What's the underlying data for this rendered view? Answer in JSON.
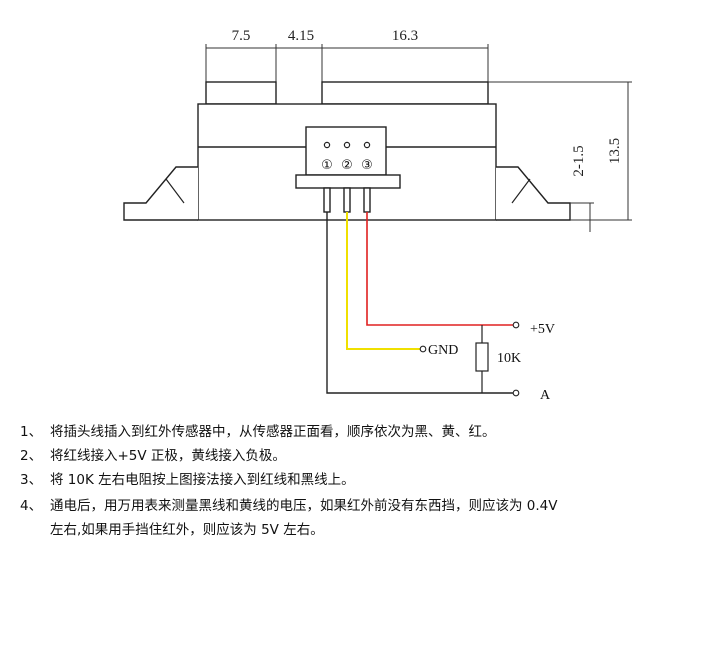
{
  "diagram": {
    "dimensions": {
      "width_a": "7.5",
      "width_b": "4.15",
      "width_c": "16.3",
      "height_total": "13.5",
      "height_lens": "2-1.5"
    },
    "pins": [
      "①",
      "②",
      "③"
    ],
    "labels": {
      "vcc": "+5V",
      "gnd": "GND",
      "resistor": "10K",
      "output": "A"
    },
    "colors": {
      "red_wire": "#e02020",
      "yellow_wire": "#f0e000",
      "black_wire": "#222222"
    }
  },
  "instructions": [
    {
      "num": "1、",
      "lines": [
        "将插头线插入到红外传感器中，从传感器正面看，顺序依次为黑、黄、红。"
      ]
    },
    {
      "num": "2、",
      "lines": [
        "将红线接入+5V 正极，黄线接入负极。"
      ]
    },
    {
      "num": "3、",
      "lines": [
        "将 10K 左右电阻按上图接法接入到红线和黑线上。"
      ]
    },
    {
      "num": "4、",
      "lines": [
        "通电后，用万用表来测量黑线和黄线的电压，如果红外前没有东西挡，则应该为  0.4V",
        "左右,如果用手挡住红外，则应该为 5V 左右。"
      ]
    }
  ]
}
